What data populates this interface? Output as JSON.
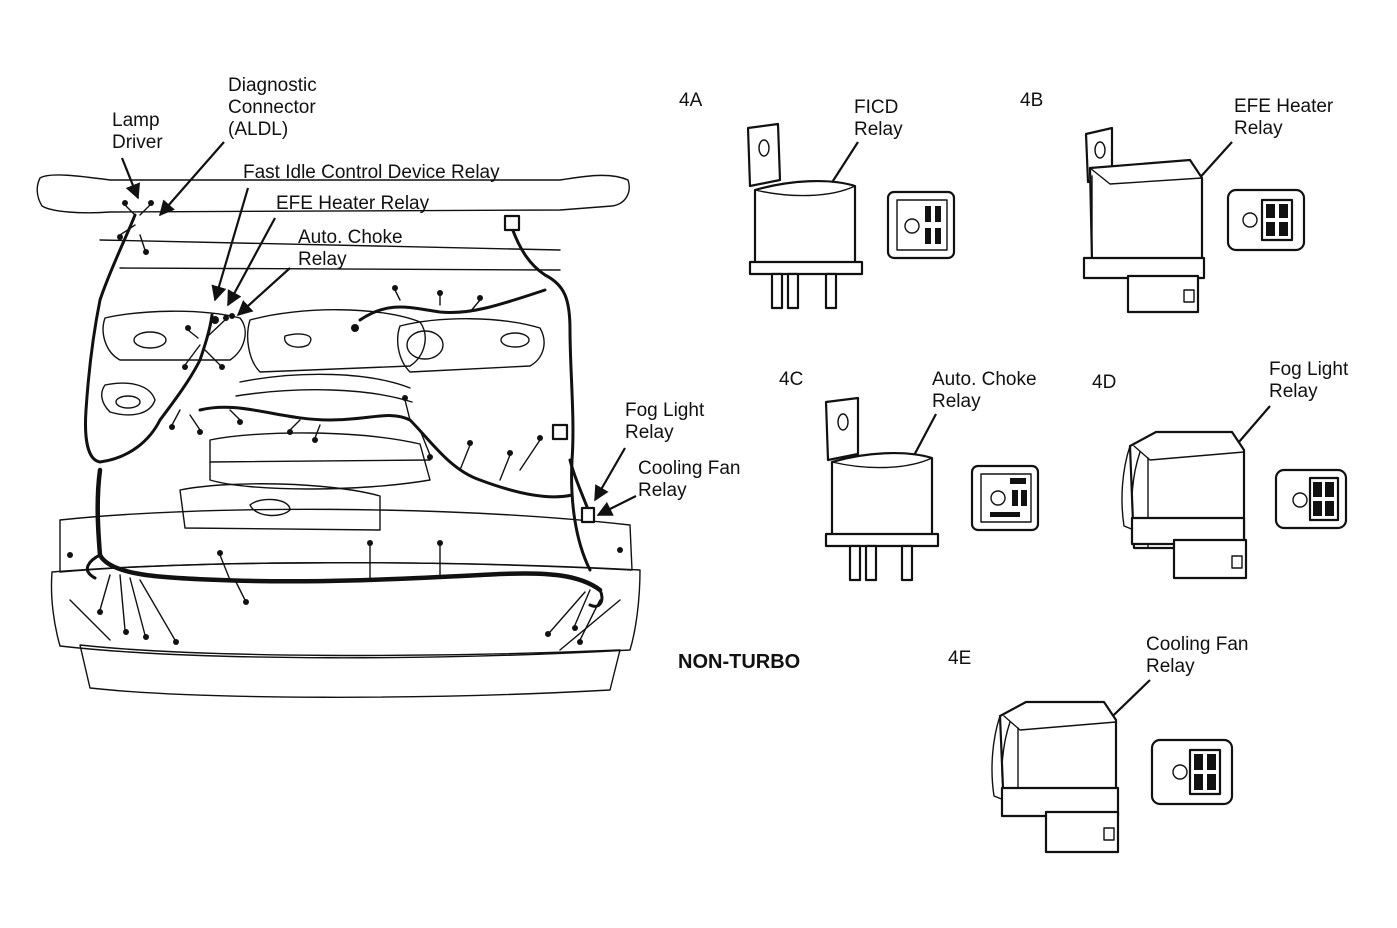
{
  "labels": {
    "lamp_driver": "Lamp\nDriver",
    "diagnostic_connector": "Diagnostic\nConnector\n(ALDL)",
    "ficd_relay_main": "Fast Idle Control Device Relay",
    "efe_relay_main": "EFE Heater Relay",
    "choke_relay_main": "Auto. Choke\nRelay",
    "fog_relay_main": "Fog Light\nRelay",
    "fan_relay_main": "Cooling Fan\nRelay",
    "non_turbo": "NON-TURBO"
  },
  "details": [
    {
      "tag": "4A",
      "label": "FICD\nRelay"
    },
    {
      "tag": "4B",
      "label": "EFE Heater\nRelay"
    },
    {
      "tag": "4C",
      "label": "Auto. Choke\nRelay"
    },
    {
      "tag": "4D",
      "label": "Fog Light\nRelay"
    },
    {
      "tag": "4E",
      "label": "Cooling Fan\nRelay"
    }
  ]
}
